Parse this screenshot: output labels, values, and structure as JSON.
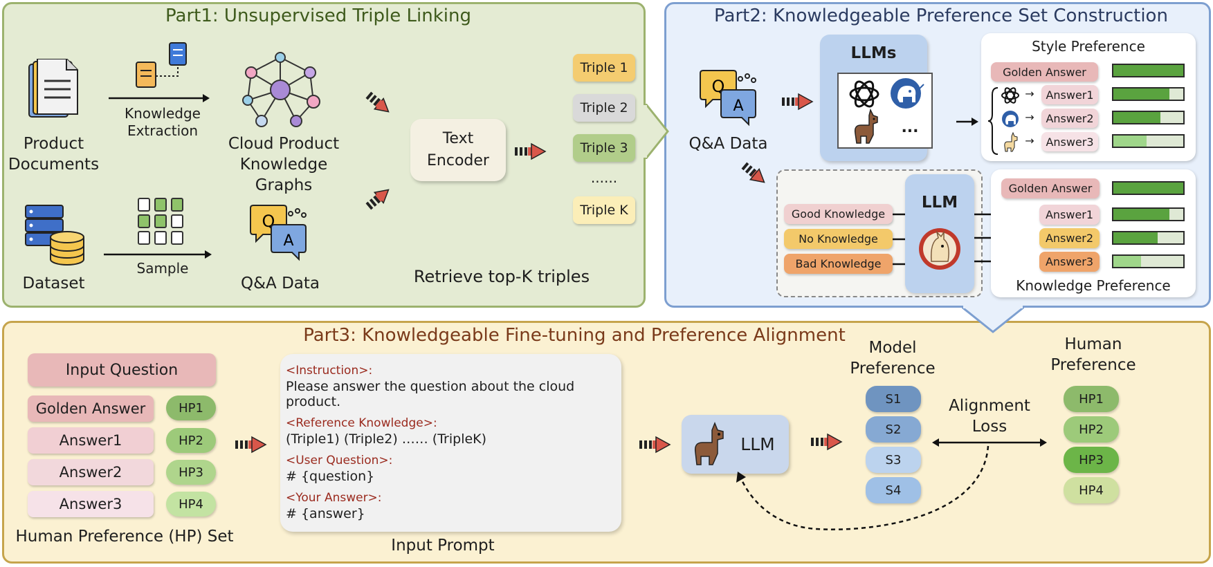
{
  "part1": {
    "title": "Part1: Unsupervised Triple Linking",
    "product_documents": "Product\nDocuments",
    "knowledge_extraction": "Knowledge\nExtraction",
    "cloud_kg": "Cloud Product\nKnowledge Graphs",
    "dataset": "Dataset",
    "sample": "Sample",
    "qa_data": "Q&A Data",
    "text_encoder": "Text\nEncoder",
    "triples": [
      "Triple 1",
      "Triple 2",
      "Triple 3",
      "......",
      "Triple K"
    ],
    "retrieve": "Retrieve top-K triples"
  },
  "part2": {
    "title": "Part2: Knowledgeable Preference Set Construction",
    "qa_data": "Q&A Data",
    "llms": "LLMs",
    "ellipsis": "...",
    "style_preference": "Style Preference",
    "style_rows": [
      {
        "label": "Golden Answer",
        "fill": 1.0
      },
      {
        "label": "Answer1",
        "fill": 0.8
      },
      {
        "label": "Answer2",
        "fill": 0.67
      },
      {
        "label": "Answer3",
        "fill": 0.48
      }
    ],
    "knowledge_inputs": [
      "Good Knowledge",
      "No Knowledge",
      "Bad Knowledge"
    ],
    "llm": "LLM",
    "knowledge_rows": [
      {
        "label": "Golden Answer",
        "fill": 1.0
      },
      {
        "label": "Answer1",
        "fill": 0.8
      },
      {
        "label": "Answer2",
        "fill": 0.63
      },
      {
        "label": "Answer3",
        "fill": 0.4
      }
    ],
    "knowledge_preference": "Knowledge Preference"
  },
  "part3": {
    "title": "Part3: Knowledgeable Fine-tuning and  Preference Alignment",
    "input_question": "Input Question",
    "answers": [
      "Golden Answer",
      "Answer1",
      "Answer2",
      "Answer3"
    ],
    "hp": [
      "HP1",
      "HP2",
      "HP3",
      "HP4"
    ],
    "hp_set": "Human Preference (HP) Set",
    "prompt": {
      "instruction_tag": "<Instruction>:",
      "instruction": "Please answer the question about the cloud product.",
      "reference_tag": "<Reference Knowledge>:",
      "reference": "(Triple1) (Triple2) …… (TripleK)",
      "question_tag": "<User Question>:",
      "question": "# {question}",
      "answer_tag": "<Your Answer>:",
      "answer": "# {answer}"
    },
    "input_prompt": "Input Prompt",
    "llm": "LLM",
    "model_preference": "Model\nPreference",
    "scores": [
      "S1",
      "S2",
      "S3",
      "S4"
    ],
    "alignment_loss": "Alignment\nLoss",
    "human_preference": "Human\nPreference",
    "human_hp": [
      "HP1",
      "HP2",
      "HP3",
      "HP4"
    ]
  }
}
